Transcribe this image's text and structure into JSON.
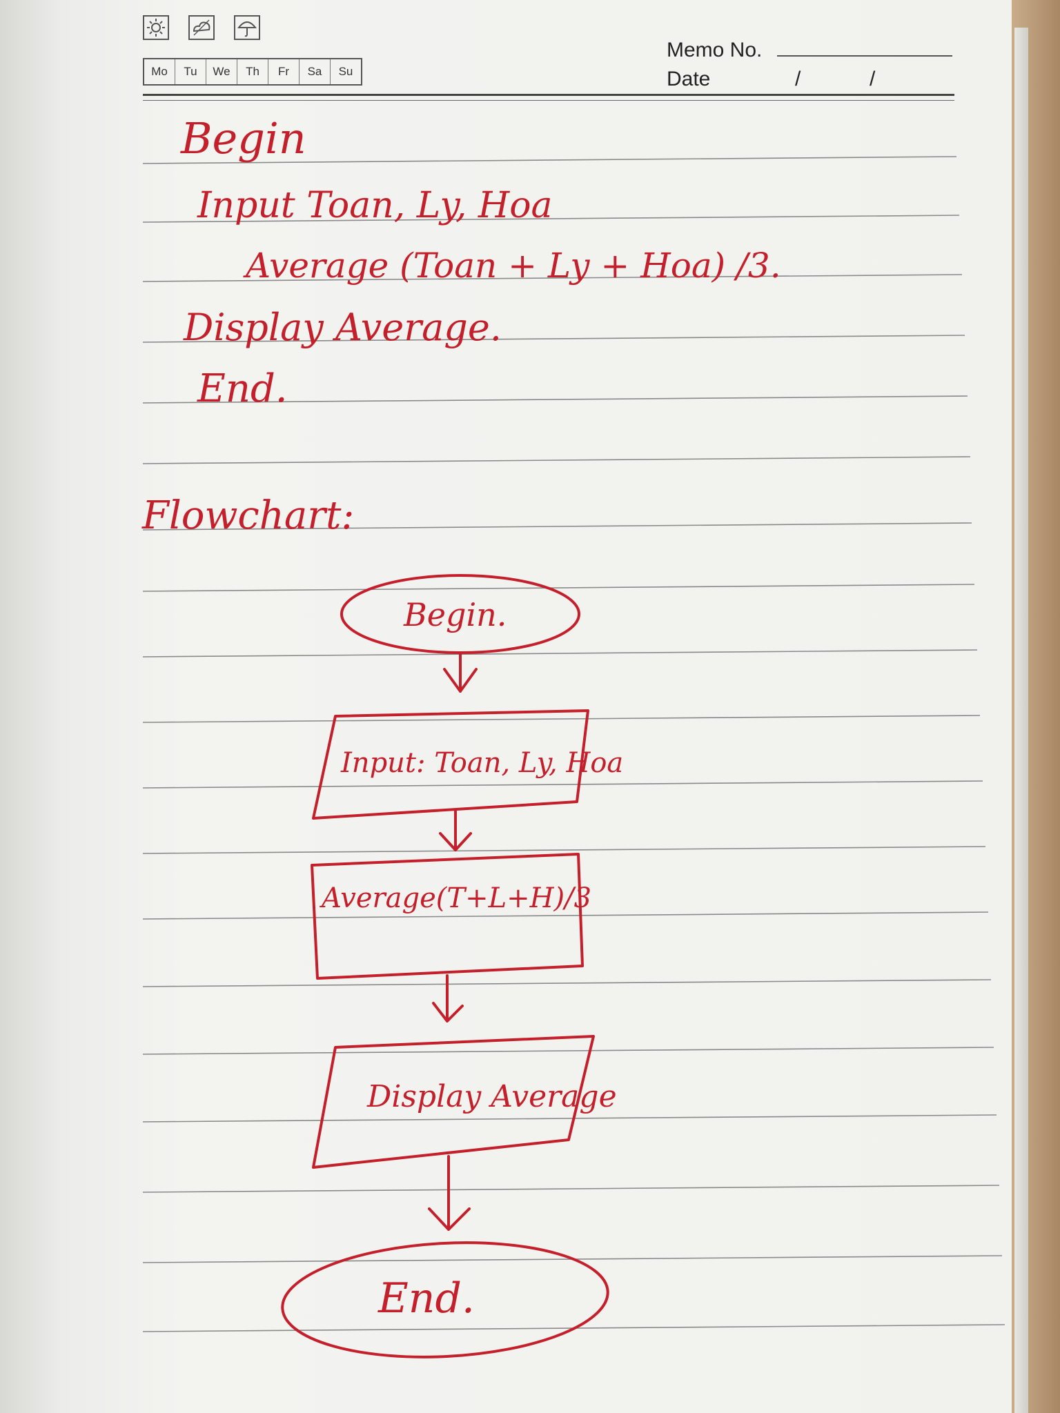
{
  "header": {
    "weather_icons": [
      "sun-icon",
      "cloud-icon",
      "umbrella-icon"
    ],
    "days": [
      "Mo",
      "Tu",
      "We",
      "Th",
      "Fr",
      "Sa",
      "Su"
    ],
    "memo_label": "Memo No.",
    "date_label": "Date",
    "date_sep_1": "/",
    "date_sep_2": "/"
  },
  "pseudocode": {
    "line1": "Begin",
    "line2": "Input Toan, Ly, Hoa",
    "line3": "Average (Toan + Ly + Hoa) /3.",
    "line4": "Display Average.",
    "line5": "End."
  },
  "flowchart": {
    "heading": "Flowchart:",
    "begin": "Begin.",
    "input": "Input: Toan, Ly, Hoa",
    "process": "Average(T+L+H)/3",
    "display": "Display Average",
    "end": "End."
  },
  "colors": {
    "ink": "#c4202c",
    "ruling": "#7a7a7a",
    "print": "#222222"
  }
}
